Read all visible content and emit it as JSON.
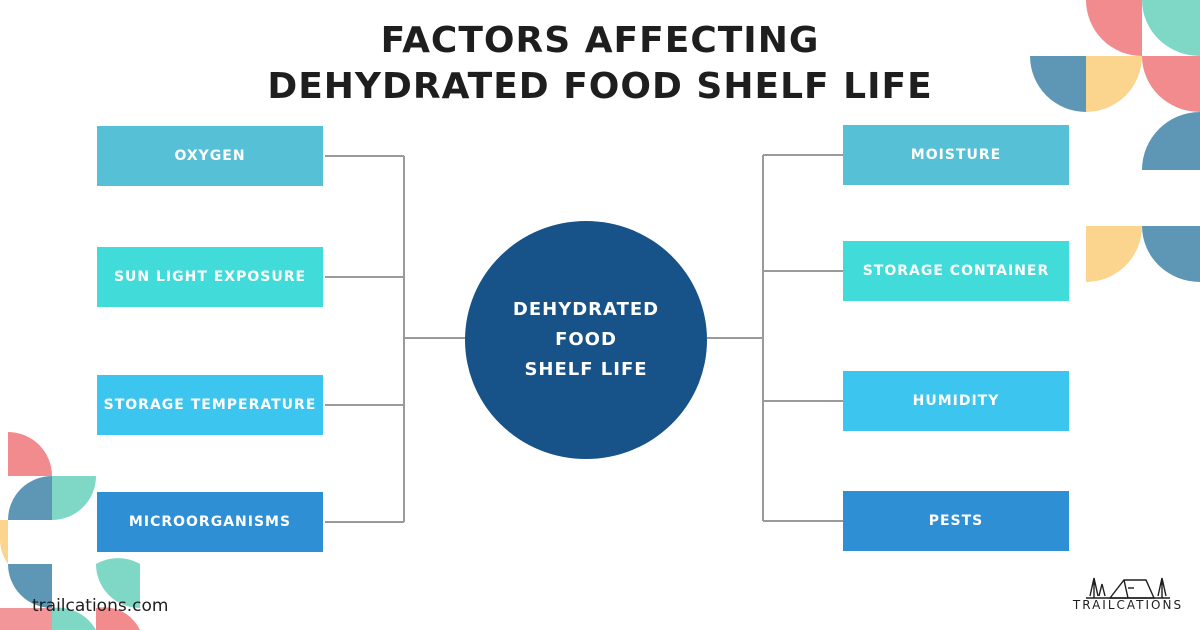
{
  "title": {
    "line1": "FACTORS AFFECTING",
    "line2": "DEHYDRATED FOOD SHELF LIFE"
  },
  "center": {
    "line1": "DEHYDRATED",
    "line2": "FOOD",
    "line3": "SHELF LIFE"
  },
  "left_factors": [
    {
      "label": "OXYGEN",
      "color": "#56c1d6"
    },
    {
      "label": "SUN LIGHT EXPOSURE",
      "color": "#41dbd9"
    },
    {
      "label": "STORAGE TEMPERATURE",
      "color": "#3cc6ef"
    },
    {
      "label": "MICROORGANISMS",
      "color": "#2f8fd4"
    }
  ],
  "right_factors": [
    {
      "label": "MOISTURE",
      "color": "#56c1d6"
    },
    {
      "label": "STORAGE CONTAINER",
      "color": "#41dbd9"
    },
    {
      "label": "HUMIDITY",
      "color": "#3cc6ef"
    },
    {
      "label": "PESTS",
      "color": "#2f8fd4"
    }
  ],
  "footer": {
    "url": "trailcations.com",
    "brand": "TRAILCATIONS"
  },
  "colors": {
    "center": "#175288",
    "connector": "#9a9a9a",
    "accent_pink": "#f28b8e",
    "accent_mint": "#7fd8c6",
    "accent_blue": "#5e97b5",
    "accent_yellow": "#fbd48e"
  }
}
